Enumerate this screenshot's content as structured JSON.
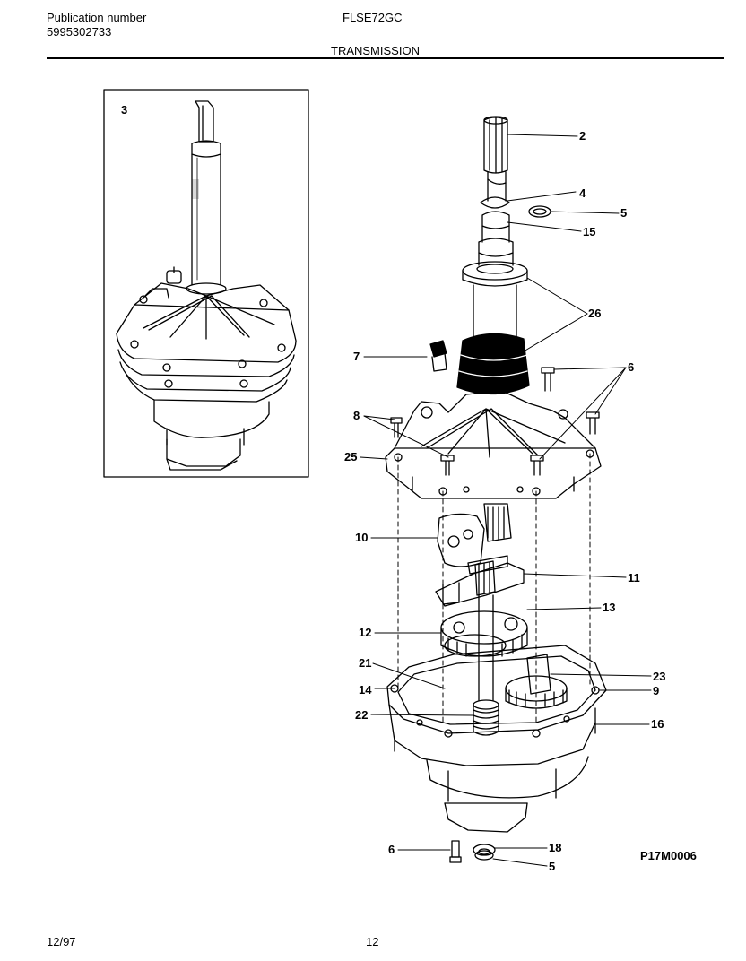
{
  "header": {
    "publication_label": "Publication number",
    "publication_number": "5995302733",
    "model": "FLSE72GC",
    "section_title": "TRANSMISSION"
  },
  "inset": {
    "callout": "3"
  },
  "callouts": {
    "c2": "2",
    "c4": "4",
    "c5a": "5",
    "c15": "15",
    "c26": "26",
    "c7": "7",
    "c6a": "6",
    "c8": "8",
    "c25": "25",
    "c10": "10",
    "c11": "11",
    "c13": "13",
    "c12": "12",
    "c21": "21",
    "c23": "23",
    "c14": "14",
    "c9": "9",
    "c22": "22",
    "c16": "16",
    "c6b": "6",
    "c18": "18",
    "c5b": "5"
  },
  "drawing_code": "P17M0006",
  "footer": {
    "date": "12/97",
    "page": "12"
  }
}
